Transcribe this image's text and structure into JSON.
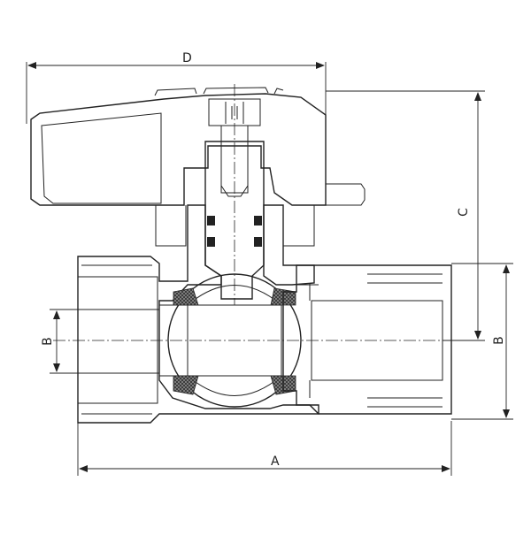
{
  "dimensions": {
    "A": "A",
    "B_left": "B",
    "B_right": "B",
    "C": "C",
    "D": "D"
  },
  "colors": {
    "line": "#222222",
    "hatch": "#555555",
    "seal": "#444444",
    "background": "#ffffff"
  }
}
